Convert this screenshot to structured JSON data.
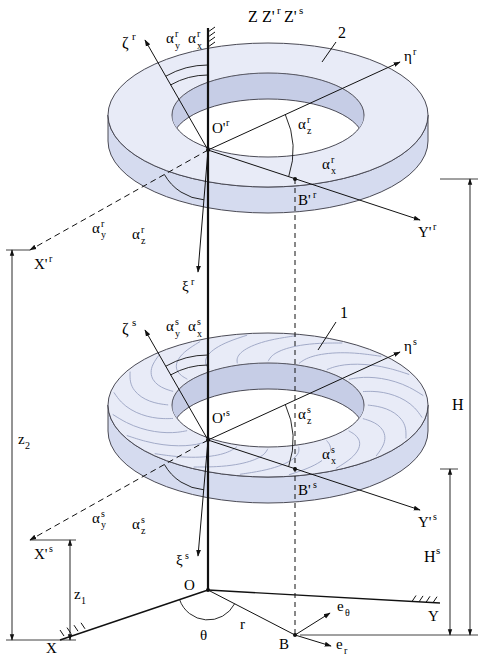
{
  "diagram": {
    "labels": [
      "Z",
      "Z'",
      "r",
      "Z'",
      "s",
      "ζ",
      "r",
      "α",
      "y",
      "r",
      "α",
      "x",
      "r",
      "2",
      "η",
      "r",
      "α",
      "z",
      "r",
      "O'",
      "r",
      "α",
      "x",
      "r",
      "B'",
      "r",
      "Y'",
      "r",
      "X'",
      "r",
      "α",
      "y",
      "r",
      "α",
      "z",
      "r",
      "ξ",
      "r",
      "H",
      "ζ",
      "s",
      "α",
      "y",
      "s",
      "α",
      "x",
      "s",
      "1",
      "η",
      "s",
      "α",
      "z",
      "s",
      "O'",
      "s",
      "α",
      "x",
      "s",
      "B'",
      "s",
      "Y'",
      "s",
      "X'",
      "s",
      "α",
      "y",
      "s",
      "α",
      "z",
      "s",
      "ξ",
      "s",
      "H",
      "s",
      "z",
      "2",
      "z",
      "1",
      "O",
      "θ",
      "r",
      "B",
      "e",
      "θ",
      "e",
      "r",
      "X",
      "Y"
    ]
  }
}
